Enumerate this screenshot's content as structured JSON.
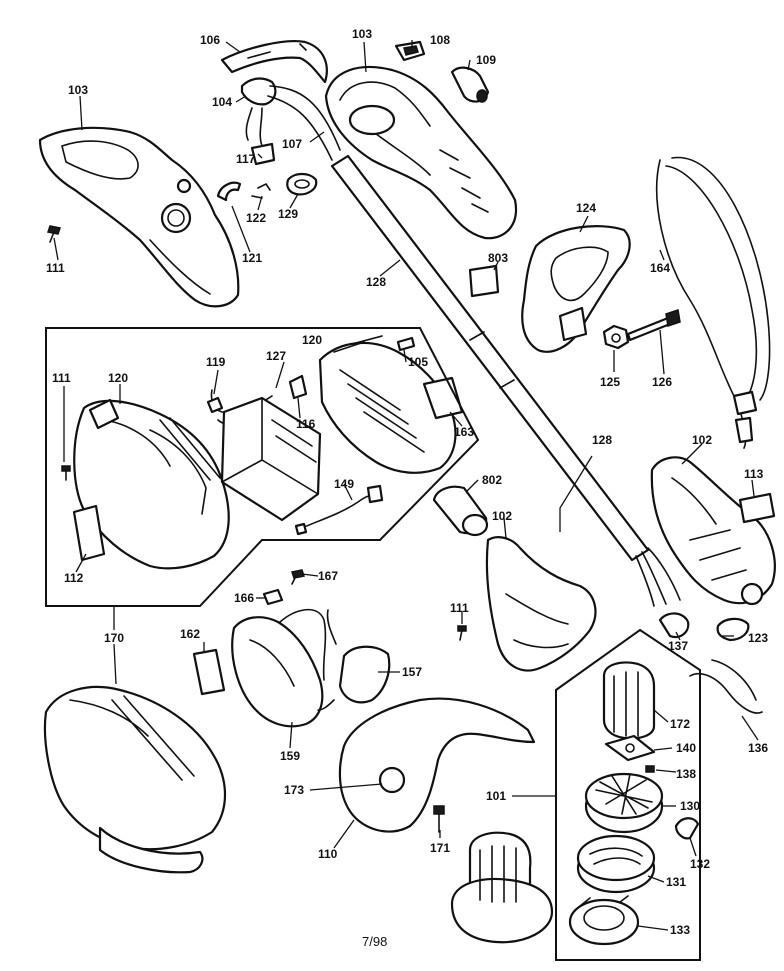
{
  "footer": {
    "date_code": "7/98"
  },
  "callouts": [
    "106",
    "103",
    "108",
    "109",
    "103",
    "104",
    "107",
    "117",
    "122",
    "129",
    "121",
    "111",
    "128",
    "124",
    "803",
    "164",
    "125",
    "126",
    "120",
    "127",
    "119",
    "105",
    "111",
    "120",
    "116",
    "163",
    "149",
    "112",
    "128",
    "102",
    "113",
    "802",
    "102",
    "167",
    "166",
    "111",
    "170",
    "162",
    "157",
    "137",
    "123",
    "172",
    "140",
    "136",
    "159",
    "138",
    "173",
    "101",
    "130",
    "110",
    "171",
    "132",
    "131",
    "133"
  ]
}
